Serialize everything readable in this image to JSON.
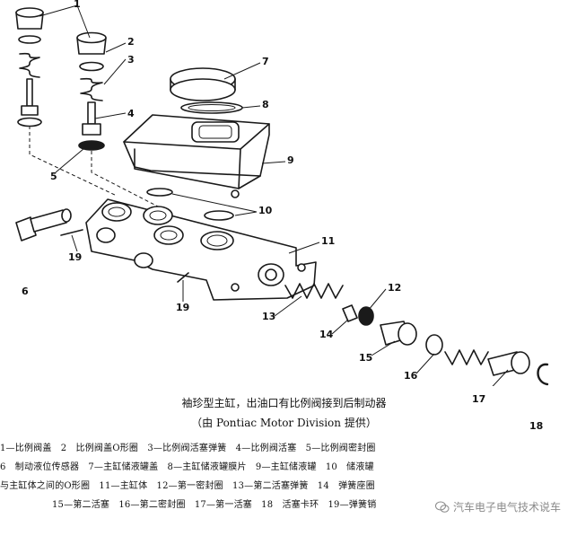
{
  "callouts": [
    {
      "id": "c1",
      "num": "1"
    },
    {
      "id": "c2",
      "num": "2"
    },
    {
      "id": "c3",
      "num": "3"
    },
    {
      "id": "c4",
      "num": "4"
    },
    {
      "id": "c5",
      "num": "5"
    },
    {
      "id": "c6",
      "num": "6"
    },
    {
      "id": "c7",
      "num": "7"
    },
    {
      "id": "c8",
      "num": "8"
    },
    {
      "id": "c9",
      "num": "9"
    },
    {
      "id": "c10",
      "num": "10"
    },
    {
      "id": "c11",
      "num": "11"
    },
    {
      "id": "c12",
      "num": "12"
    },
    {
      "id": "c13",
      "num": "13"
    },
    {
      "id": "c14",
      "num": "14"
    },
    {
      "id": "c15",
      "num": "15"
    },
    {
      "id": "c16",
      "num": "16"
    },
    {
      "id": "c17",
      "num": "17"
    },
    {
      "id": "c18",
      "num": "18"
    },
    {
      "id": "c19a",
      "num": "19"
    },
    {
      "id": "c19b",
      "num": "19"
    }
  ],
  "caption": {
    "line1": "袖珍型主缸，出油口有比例阀接到后制动器",
    "line2": "（由 Pontiac Motor Division 提供）"
  },
  "legend": [
    "1—比例阀盖　2　比例阀盖O形圈　3—比例阀活塞弹簧　4—比例阀活塞　5—比例阀密封圈",
    "6　制动液位传感器　7—主缸储液罐盖　8—主缸储液罐膜片　9—主缸储液罐　10　储液罐",
    "与主缸体之间的O形圈　11—主缸体　12—第一密封圈　13—第二活塞弹簧　14　弹簧座圈",
    "15—第二活塞　16—第二密封圈　17—第一活塞　18　活塞卡环　19—弹簧销"
  ],
  "watermark": {
    "text": "汽车电子电气技术说车",
    "icon": "wechat-icon"
  }
}
